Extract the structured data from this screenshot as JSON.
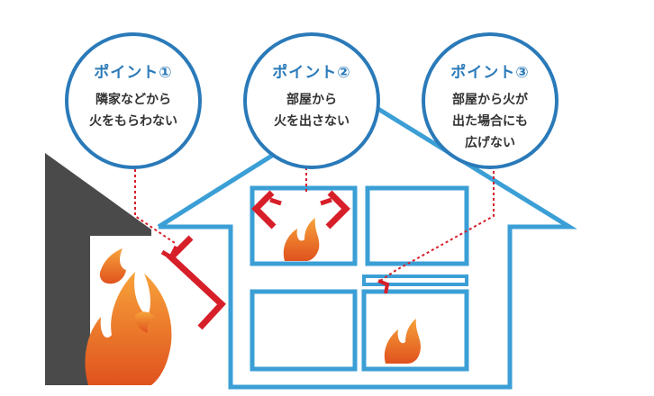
{
  "points": [
    {
      "title": "ポイント①",
      "lines": [
        "隣家などから",
        "火をもらわない"
      ]
    },
    {
      "title": "ポイント②",
      "lines": [
        "部屋から",
        "火を出さない"
      ]
    },
    {
      "title": "ポイント③",
      "lines": [
        "部屋から火が",
        "出た場合にも",
        "広げない"
      ]
    }
  ],
  "colors": {
    "house_outline": "#3b9fd6",
    "bubble_border": "#2a7ab9",
    "arrow": "#d71f2a",
    "neighbor_wall": "#4a4a4a",
    "flame_outer": "#f28a2a",
    "flame_inner": "#e0521e"
  }
}
